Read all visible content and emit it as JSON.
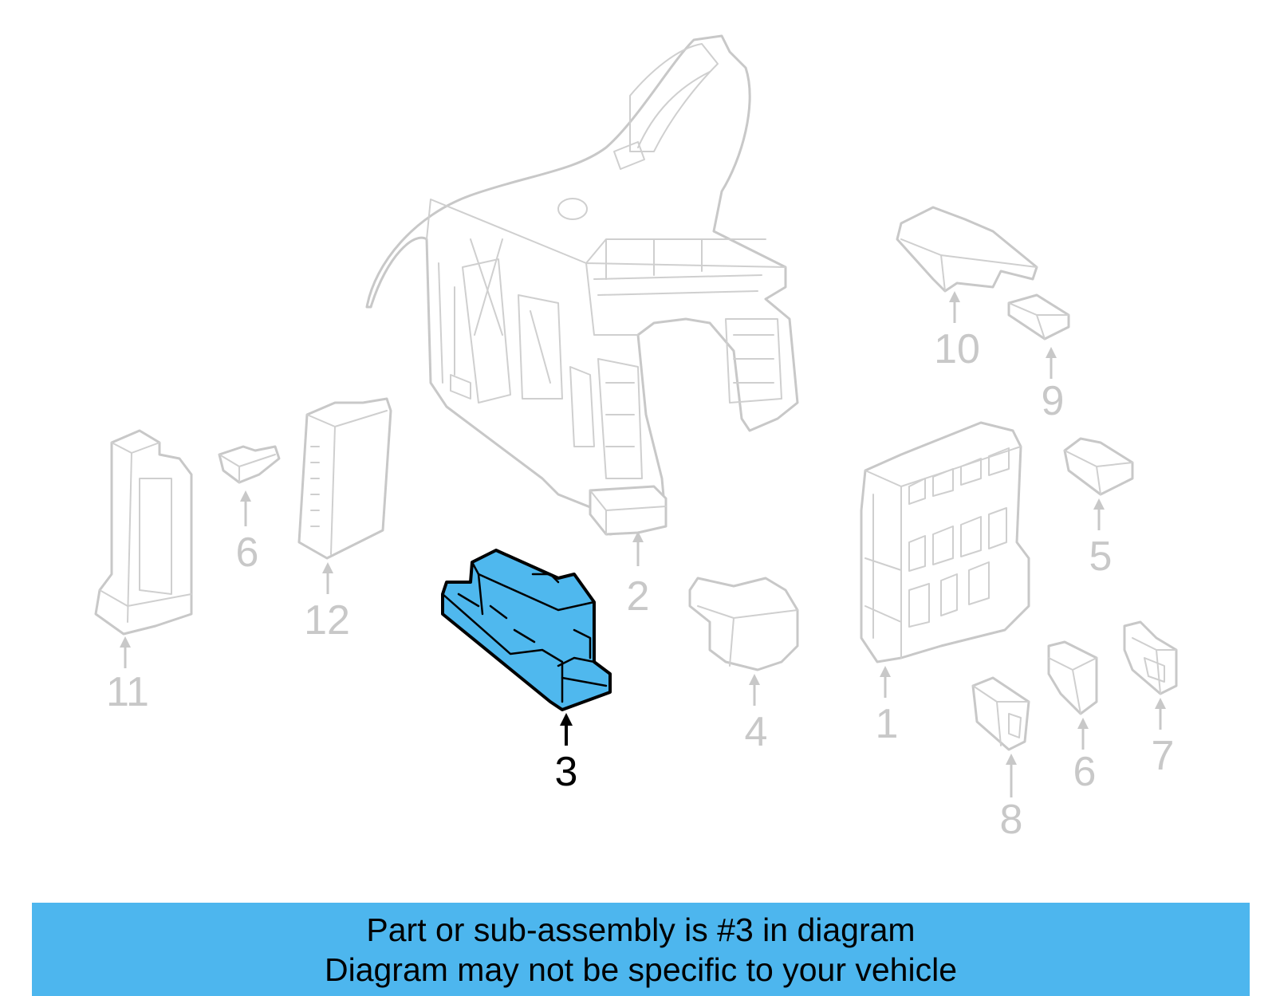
{
  "callouts": {
    "c1": "1",
    "c2": "2",
    "c3": "3",
    "c4": "4",
    "c5": "5",
    "c6a": "6",
    "c6b": "6",
    "c7": "7",
    "c8": "8",
    "c9": "9",
    "c10": "10",
    "c11": "11",
    "c12": "12"
  },
  "highlighted_part": "3",
  "colors": {
    "highlight_fill": "#4fb8ee",
    "ghost_stroke": "#c8c8c8",
    "banner_background": "#4db6ee"
  },
  "banner": {
    "line1": "Part or sub-assembly is #3 in diagram",
    "line2": "Diagram may not be specific to your vehicle"
  }
}
